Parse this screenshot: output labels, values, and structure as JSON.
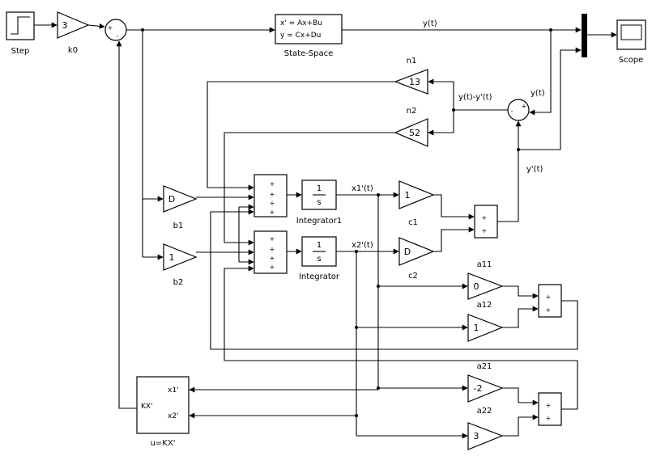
{
  "blocks": {
    "step": {
      "name": "Step"
    },
    "k0": {
      "name": "k0",
      "value": "3"
    },
    "state_space": {
      "name": "State-Space",
      "eq1": "x' = Ax+Bu",
      "eq2": "y = Cx+Du"
    },
    "scope": {
      "name": "Scope"
    },
    "n1": {
      "name": "n1",
      "value": "13"
    },
    "n2": {
      "name": "n2",
      "value": "52"
    },
    "b1": {
      "name": "b1",
      "value": "D"
    },
    "b2": {
      "name": "b2",
      "value": "1"
    },
    "integrator1": {
      "name": "Integrator1",
      "num": "1",
      "den": "s"
    },
    "integrator": {
      "name": "Integrator",
      "num": "1",
      "den": "s"
    },
    "c1": {
      "name": "c1",
      "value": "1"
    },
    "c2": {
      "name": "c2",
      "value": "D"
    },
    "a11": {
      "name": "a11",
      "value": "0"
    },
    "a12": {
      "name": "a12",
      "value": "1"
    },
    "a21": {
      "name": "a21",
      "value": "-2"
    },
    "a22": {
      "name": "a22",
      "value": "3"
    },
    "gain_k": {
      "name": "u=KX'",
      "label": "KX'",
      "port1": "x1'",
      "port2": "x2'"
    }
  },
  "signals": {
    "y": "y(t)",
    "y_fb": "y(t)",
    "y_hat": "y'(t)",
    "err": "y(t)-y'(t)",
    "x1": "x1'(t)",
    "x2": "x2'(t)"
  },
  "signs": {
    "sum_main_plus": "+",
    "sum_main_minus": "-",
    "sum_err_minus": "-",
    "sum_err_plus": "+",
    "plus": "+"
  }
}
